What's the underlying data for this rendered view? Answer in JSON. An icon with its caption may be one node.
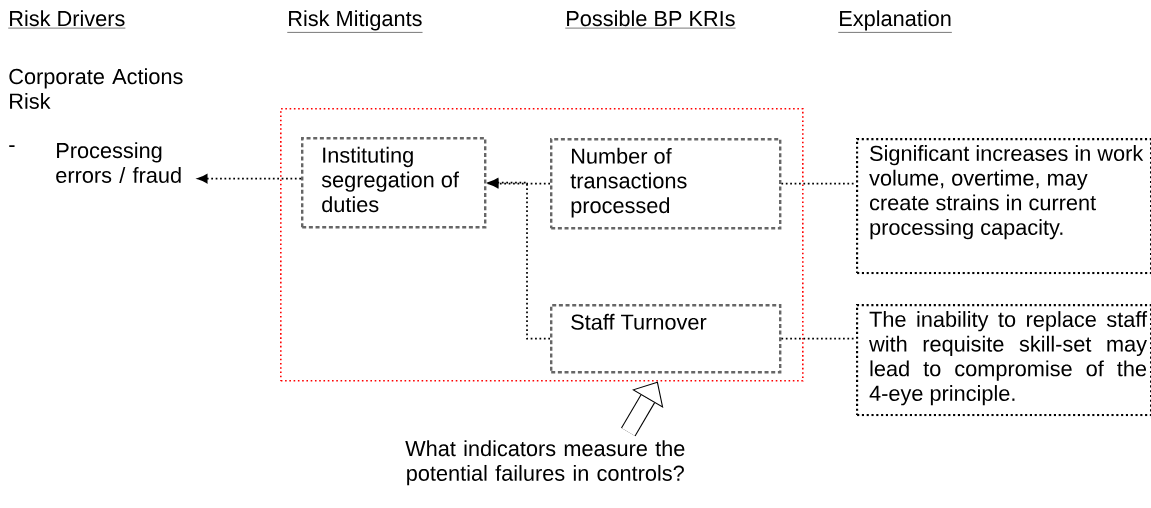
{
  "diagram": {
    "nodes": [
      {
        "text": [],
        "shape": "box"
      },
      {
        "text": [
          "Processing errors / fraud"
        ]
      },
      {
        "text": [
          "Instituting segregation of duties"
        ],
        "in": 0
      },
      {
        "text": [
          "Number of transactions processed"
        ],
        "in": 0
      },
      {
        "text": [
          "Staff Turnover"
        ],
        "in": 0
      },
      {
        "text": [
          "Significant increases in work volume, overtime, may create strains in current processing capacity."
        ]
      },
      {
        "text": [
          "The inability to replace staff with requisite skill-set may lead to compromise of the 4-eye principle."
        ]
      },
      {
        "text": [
          "What indicators measure the potential failures in controls?"
        ]
      }
    ],
    "edges": [
      {
        "from": 2,
        "to": 1,
        "arrow": "to",
        "style": "dashed"
      },
      {
        "from": 3,
        "to": 2,
        "arrow": "to",
        "style": "dashed"
      },
      {
        "from": 4,
        "to": 2,
        "arrow": "to",
        "style": "dashed"
      },
      {
        "from": 3,
        "to": 5,
        "arrow": "none",
        "style": "dashed"
      },
      {
        "from": 4,
        "to": 6,
        "arrow": "none",
        "style": "dashed"
      },
      {
        "from": 7,
        "to": 0,
        "arrow": "to",
        "style": "thick"
      }
    ],
    "labels": [
      "Risk Drivers",
      "Risk Mitigants",
      "Possible BP KRIs",
      "Explanation",
      "Corporate Actions Risk",
      "-"
    ]
  }
}
